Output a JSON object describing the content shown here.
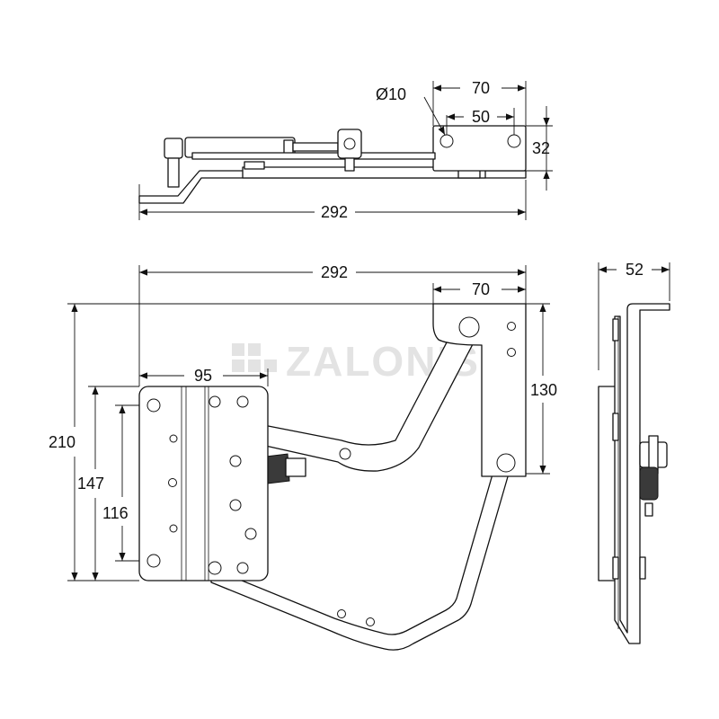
{
  "watermark": {
    "brand": "ZALONIS"
  },
  "dimensions": {
    "top_view": {
      "hole_diameter": "Ø10",
      "plate_width": "70",
      "hole_spacing": "50",
      "plate_height": "32",
      "overall_length": "292"
    },
    "front_view": {
      "overall_width": "292",
      "top_plate_width": "70",
      "top_plate_height": "130",
      "base_plate_width": "95",
      "overall_height": "210",
      "base_plate_height": "147",
      "base_hole_spacing": "116"
    },
    "side_view": {
      "depth": "52"
    }
  }
}
